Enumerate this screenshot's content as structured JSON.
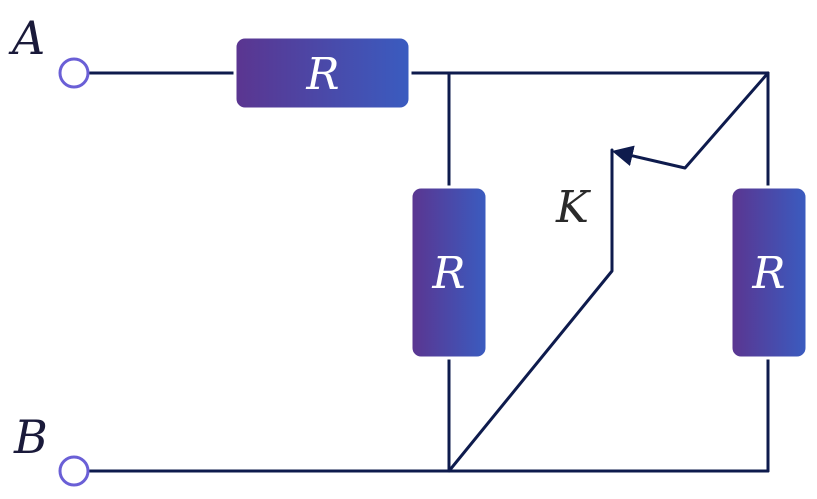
{
  "terminals": {
    "a": {
      "label": "A"
    },
    "b": {
      "label": "B"
    }
  },
  "resistors": {
    "top": {
      "label": "R"
    },
    "middle": {
      "label": "R"
    },
    "right": {
      "label": "R"
    }
  },
  "switch": {
    "label": "K"
  },
  "colors": {
    "wire": "#0e1b4d",
    "resistor_left": "#5b3590",
    "resistor_right": "#3a5cc0",
    "terminal_ring": "#6a5fd6"
  }
}
